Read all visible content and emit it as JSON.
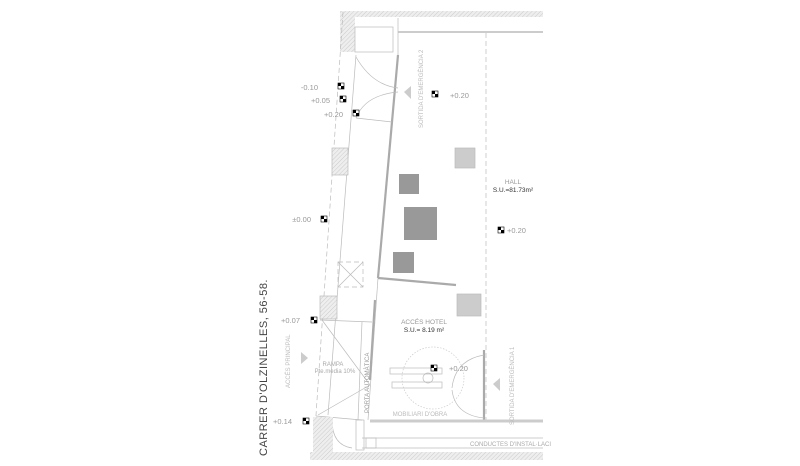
{
  "plan": {
    "street_name": "CARRER D'OLZINELLES, 56-58.",
    "rooms": {
      "hall": {
        "name": "HALL",
        "area": "S.U.=81.73m²"
      },
      "hotel_access": {
        "name": "ACCÉS HOTEL",
        "area": "S.U.= 8.19 m²"
      }
    },
    "labels": {
      "emergency_exit_2": "SORTIDA D'EMERGÈNCIA 2",
      "emergency_exit_1": "SORTIDA D'EMERGÈNCIA 1",
      "main_access": "ACCÉS PRINCIPAL",
      "automatic_door": "PORTA AUTOMÀTICA",
      "ramp": "RAMPA",
      "ramp_slope": "Pte.media 10%",
      "furniture": "MOBILIARI D'OBRA",
      "ducts": "CONDUCTES D'INSTAL·LACI"
    },
    "levels": [
      "-0.10",
      "+0.05",
      "+0.20",
      "+0.20",
      "±0.00",
      "+0.20",
      "+0.07",
      "+0.20",
      "+0.14"
    ],
    "colors": {
      "line": "#bbbbbb",
      "wall": "#aaaaaa",
      "column": "#999999",
      "text": "#999999"
    }
  }
}
